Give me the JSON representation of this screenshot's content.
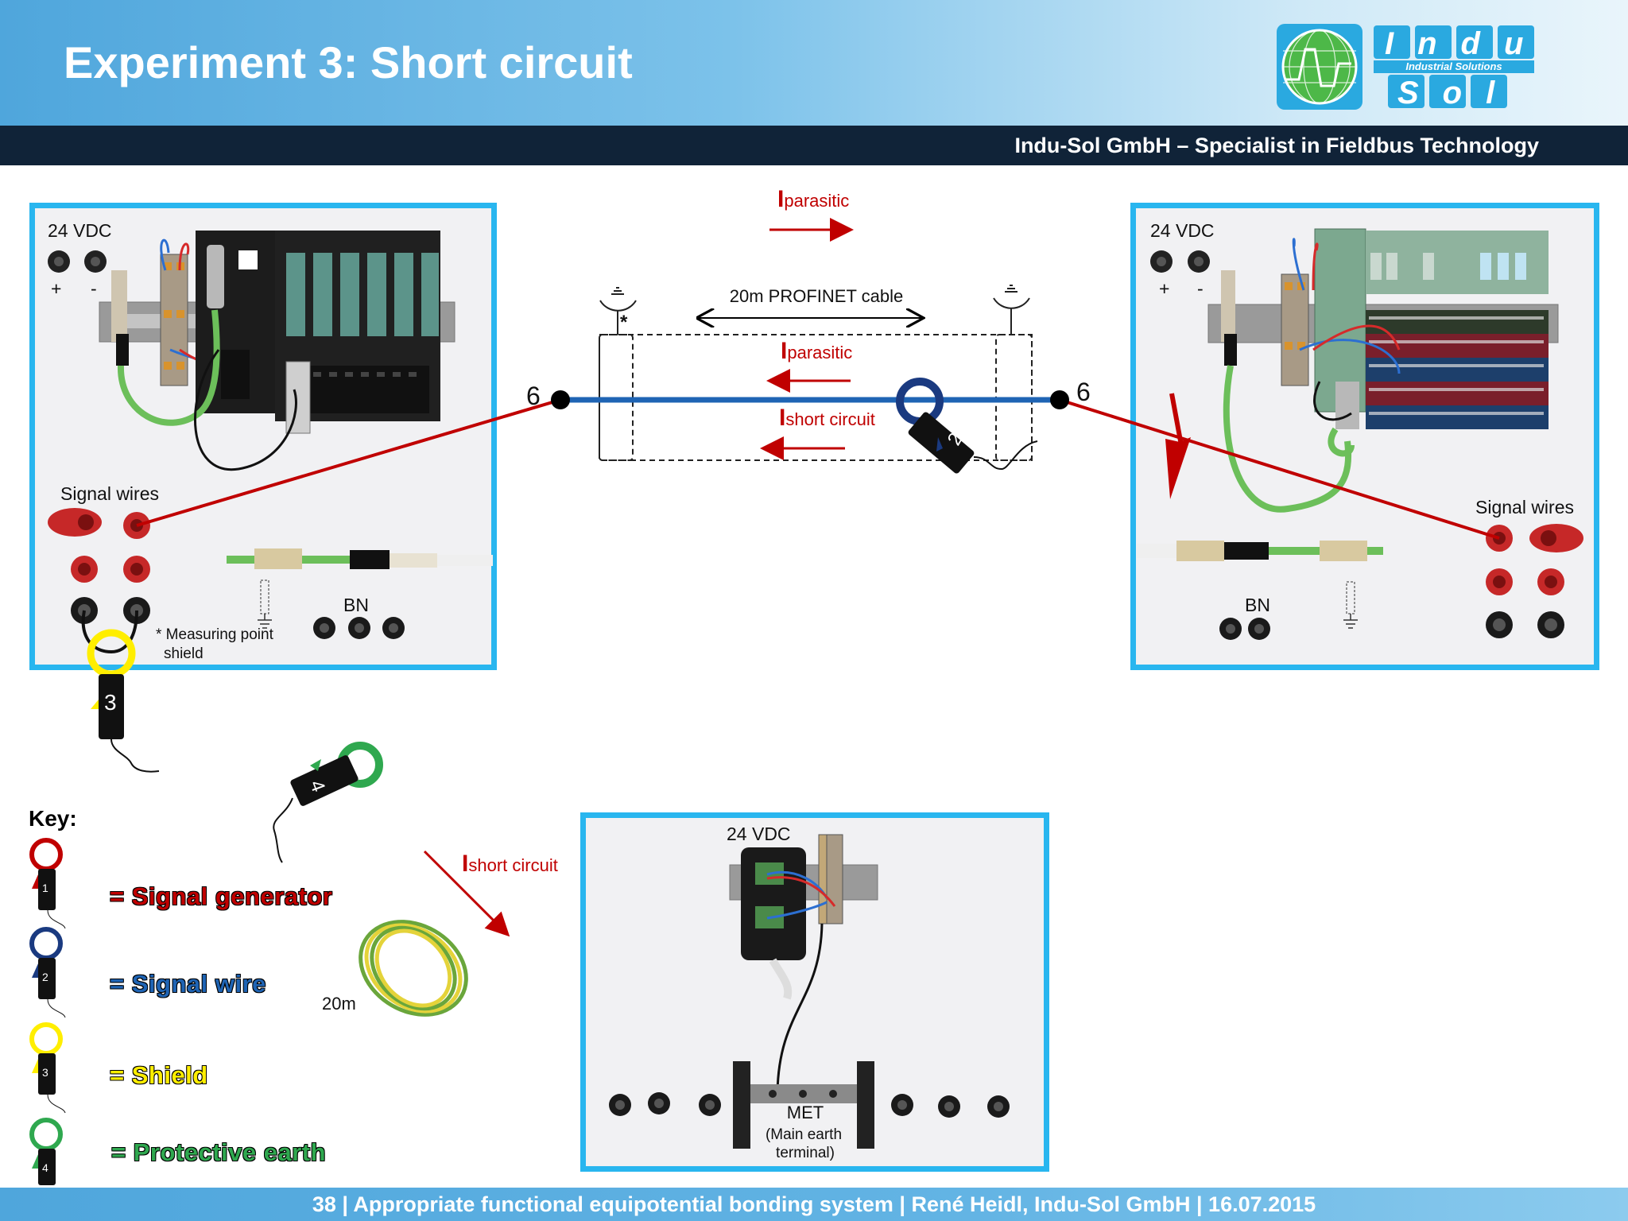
{
  "header": {
    "title": "Experiment 3: Short circuit",
    "company_line": "Indu-Sol GmbH – Specialist in Fieldbus Technology",
    "logo_top": "Indu",
    "logo_sub": "Industrial Solutions",
    "logo_bottom": "Sol"
  },
  "footer": {
    "text": "38 | Appropriate functional equipotential bonding system | René Heidl, Indu-Sol GmbH | 16.07.2015"
  },
  "colors": {
    "accent": "#29b6ef",
    "dark_bar": "#102338",
    "signal_generator": "#c00000",
    "signal_wire": "#1f64b4",
    "shield": "#ffee00",
    "protective_earth": "#2fa84f"
  },
  "left_panel": {
    "voltage": "24 VDC",
    "plus": "+",
    "minus": "-",
    "signal_wires": "Signal wires",
    "bn": "BN",
    "measuring_note_line1": "* Measuring point",
    "measuring_note_line2": "shield",
    "node_number": "6"
  },
  "right_panel": {
    "voltage": "24 VDC",
    "plus": "+",
    "minus": "-",
    "signal_wires": "Signal wires",
    "bn": "BN",
    "node_number": "6"
  },
  "cable": {
    "length_label": "20m PROFINET cable",
    "asterisk": "*",
    "i_parasitic_top_main": "I",
    "i_parasitic_top_sub": "parasitic",
    "i_parasitic_mid_main": "I",
    "i_parasitic_mid_sub": "parasitic",
    "i_short_main": "I",
    "i_short_sub": "short circuit",
    "clamp_number": "2"
  },
  "clamps": {
    "clamp3_number": "3",
    "clamp4_number": "4"
  },
  "bottom": {
    "i_short_main": "I",
    "i_short_sub": "short circuit",
    "coil_length": "20m",
    "voltage": "24 VDC",
    "met_line1": "MET",
    "met_line2": "(Main earth",
    "met_line3": "terminal)"
  },
  "key": {
    "title": "Key:",
    "items": [
      {
        "number": "1",
        "label": "= Signal generator",
        "color": "#c00000"
      },
      {
        "number": "2",
        "label": "= Signal wire",
        "color": "#1f64b4"
      },
      {
        "number": "3",
        "label": "= Shield",
        "color": "#ffee00"
      },
      {
        "number": "4",
        "label": "= Protective earth",
        "color": "#2fa84f"
      }
    ]
  }
}
